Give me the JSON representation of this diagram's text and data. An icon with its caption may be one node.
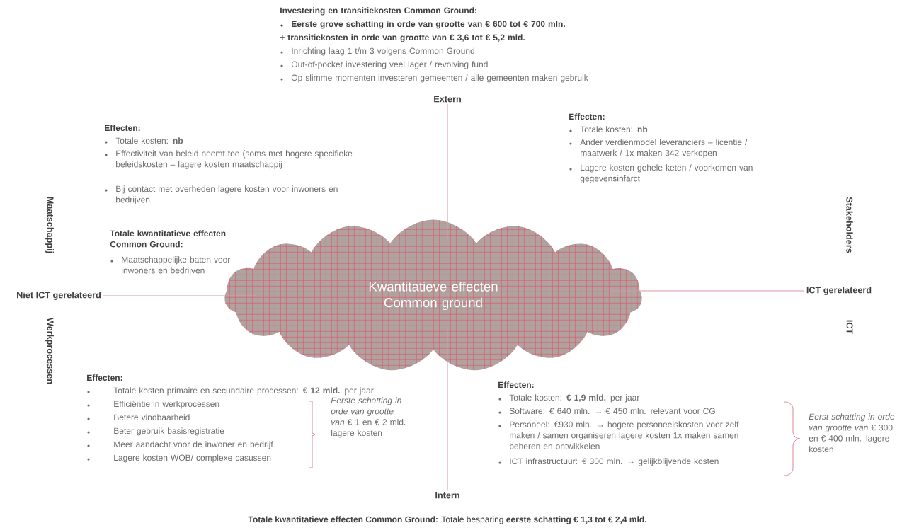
{
  "diagram": {
    "nodes": [
      {
        "text": [
          "Extern"
        ]
      },
      {
        "text": [
          "Niet ICT gerelateerd"
        ]
      },
      {
        "text": [
          "Kwantitatieve effecten Common ground"
        ]
      },
      {
        "text": [
          "ICT gerelateerd"
        ]
      },
      {
        "text": [
          "Intern"
        ]
      }
    ],
    "edges": [
      {
        "from": 0,
        "to": 2,
        "arrow": "none"
      },
      {
        "from": 1,
        "to": 2,
        "arrow": "none"
      },
      {
        "from": 2,
        "to": 3,
        "arrow": "none"
      },
      {
        "from": 2,
        "to": 4,
        "arrow": "none"
      }
    ],
    "labels": [
      "Investering en transitiekosten Common Ground:",
      "Eerste grove schatting in orde van grootte van € 600 tot € 700 mln.",
      "+ transitiekosten in orde van grootte van € 3,6 tot € 5,2 mld.",
      "Inrichting laag 1 t/m 3 volgens Common Ground",
      "Out-of-pocket investering veel lager / revolving fund",
      "Op slimme momenten investeren gemeenten / alle gemeenten maken gebruik",
      "Effecten:",
      "Totale kosten: **nb**",
      "Effectiviteit van beleid neemt toe (soms met hogere specifieke beleidskosten – lagere kosten maatschappij",
      "Bij contact met overheden lagere kosten voor inwoners en bedrijven",
      "Effecten:",
      "Totale kosten: **nb**",
      "Ander verdienmodel leveranciers – licentie / maatwerk / 1x maken 342 verkopen",
      "Lagere kosten gehele keten / voorkomen van gegevensinfarct",
      "Maatschappij",
      "Stakeholders",
      "Totale kwantitatieve effecten Common Ground:",
      "Maatschappelijke baten voor inwoners en bedrijven",
      "Werkprocessen",
      "ICT",
      "Effecten:",
      "Totale kosten primaire en secundaire processen: **€ 12 mld.** per jaar",
      "Efficiëntie in werkprocessen",
      "Betere vindbaarheid",
      "Beter gebruik basisregistratie",
      "Meer aandacht voor de inwoner en bedrijf",
      "Lagere kosten WOB/ complexe casussen",
      "*Eerste schatting in orde van grootte van* € 1 en € 2 mld. lagere kosten",
      "Effecten:",
      "Totale kosten: **€ 1,9 mld.** per jaar",
      "Software: € 640 mln. → € 450 mln. relevant voor CG",
      "Personeel: €930 mln. → hogere personeelskosten voor zelf maken / samen organiseren lagere kosten 1x maken samen beheren en ontwikkelen",
      "ICT infrastructuur: € 300 mln. → gelijkblijvende kosten",
      "*Eerst schatting in orde van grootte van* € 300 en € 400 mln. lagere kosten",
      "**Totale kwantitatieve effecten Common Ground:** Totale besparing **eerste schatting € 1,3 tot € 2,4 mld.**"
    ]
  }
}
